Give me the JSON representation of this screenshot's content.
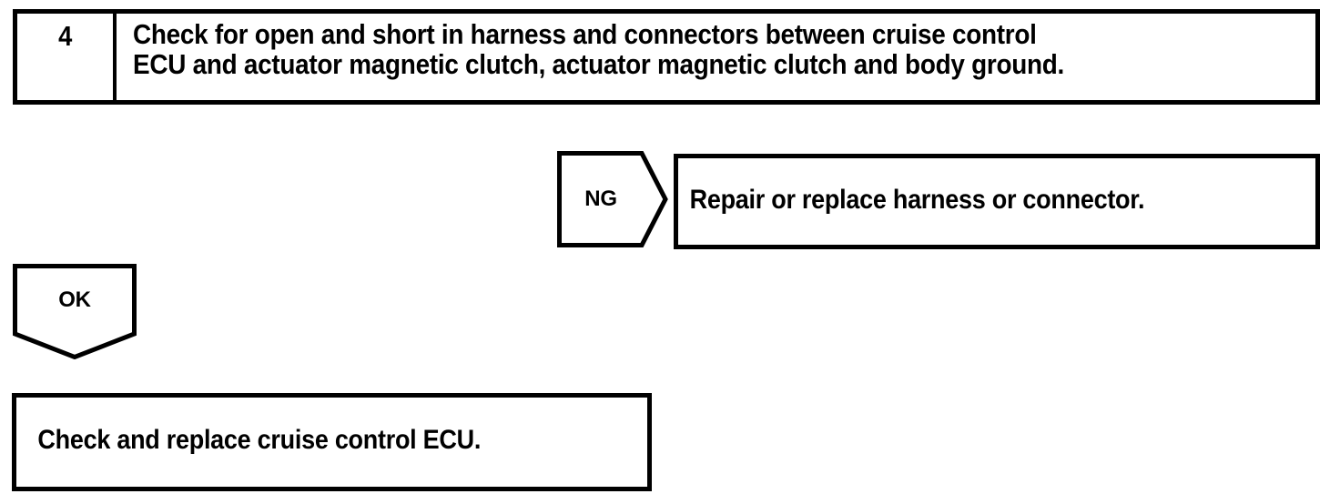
{
  "diagram": {
    "type": "troubleshooting-flowchart",
    "ink_color": "#000000",
    "background_color": "#ffffff",
    "step": {
      "number": "4",
      "instruction": "Check for open and short in harness and connectors between cruise control\nECU and actuator magnetic clutch, actuator magnetic clutch and body ground."
    },
    "branches": [
      {
        "label": "NG",
        "direction": "right",
        "result": "Repair or replace harness or connector."
      },
      {
        "label": "OK",
        "direction": "down",
        "result": "Check and replace cruise control ECU."
      }
    ]
  }
}
